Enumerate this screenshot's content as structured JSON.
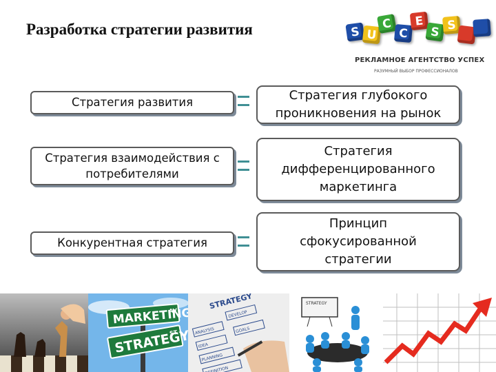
{
  "title": "Разработка стратегии развития",
  "logo": {
    "letters": [
      "S",
      "U",
      "C",
      "C",
      "E",
      "S",
      "S"
    ],
    "name": "РЕКЛАМНОЕ АГЕНТСТВО УСПЕХ",
    "tagline": "РАЗУМНЫЙ ВЫБОР ПРОФЕССИОНАЛОВ"
  },
  "rows": [
    {
      "left": "Стратегия развития",
      "right": "Стратегия глубокого проникновения на рынок"
    },
    {
      "left": "Стратегия взаимодействия с потребителями",
      "right": "Стратегия дифференцированного маркетинга"
    },
    {
      "left": "Конкурентная стратегия",
      "right": "Принцип сфокусированной стратегии"
    }
  ],
  "photos": {
    "sign_top": "MARKETING",
    "sign_top_street": "AV",
    "sign_bottom": "STRATEGY",
    "sign_bottom_street": "ST",
    "whiteboard_title": "STRATEGY",
    "whiteboard_words": [
      "DEVELOP",
      "ANALYSIS",
      "IDEA",
      "GOALS",
      "PLANNING",
      "DEFINITION"
    ],
    "meeting_board": "STRATEGY"
  },
  "colors": {
    "equals": "#3f8f94",
    "box_shadow": "#7d8a98",
    "cube_red": "#d83a2a",
    "cube_green": "#39a838",
    "cube_yellow": "#f2c21b",
    "cube_blue": "#1f4ea8"
  }
}
